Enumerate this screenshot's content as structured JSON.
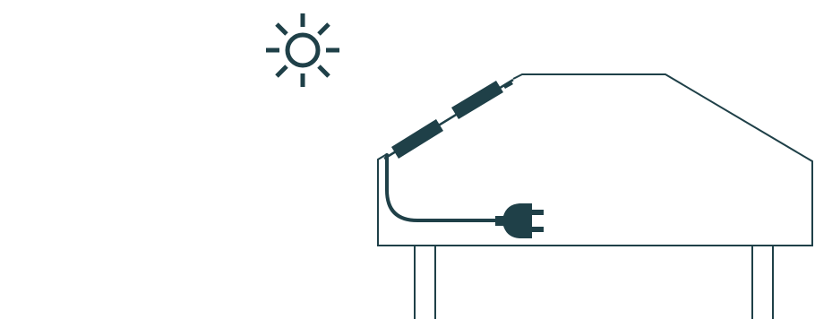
{
  "illustration": {
    "stroke_color": "#1f4048",
    "fill_color": "#1f4048",
    "background_color": "#ffffff",
    "elements": {
      "sun": "sun-icon",
      "building": "building-with-slanted-roof",
      "solar_panels": "roof-solar-panel-strips",
      "cable": "power-cable",
      "plug": "electric-plug-icon",
      "legs": "support-posts"
    }
  }
}
